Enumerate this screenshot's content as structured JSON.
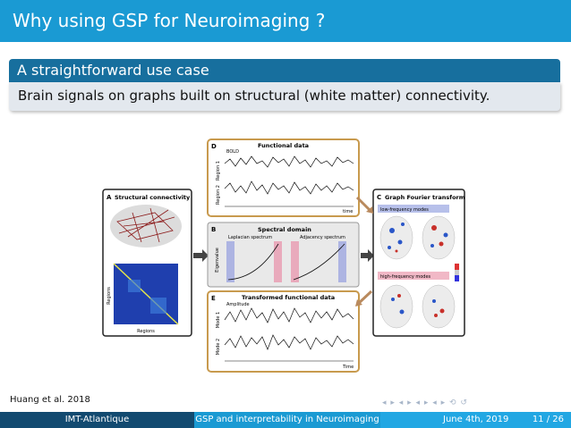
{
  "title": "Why using GSP for Neuroimaging ?",
  "block": {
    "heading": "A straightforward use case",
    "body": "Brain signals on graphs built on structural (white matter) connectivity."
  },
  "figure": {
    "panel_a": {
      "letter": "A",
      "title": "Structural connectivity",
      "xlabel": "Regions",
      "ylabel": "Regions"
    },
    "panel_b": {
      "letter": "B",
      "title": "Spectral domain",
      "left_label": "Laplacian spectrum",
      "right_label": "Adjacency spectrum",
      "ylabel": "Eigenvalue"
    },
    "panel_c": {
      "letter": "C",
      "title": "Graph Fourier transform",
      "low_label": "low-frequency modes",
      "high_label": "high-frequency modes"
    },
    "panel_d": {
      "letter": "D",
      "title": "Functional data",
      "bold": "BOLD",
      "row1": "Region 1",
      "row2": "Region 2",
      "xlabel": "time"
    },
    "panel_e": {
      "letter": "E",
      "title": "Transformed functional data",
      "amplitude": "Amplitude",
      "row1": "Mode 1",
      "row2": "Mode 2",
      "xlabel": "Time"
    }
  },
  "citation": "Huang et al. 2018",
  "footer": {
    "institution": "IMT-Atlantique",
    "talk_title": "GSP and interpretability in Neuroimaging",
    "date": "June 4th, 2019",
    "page": "11 / 26"
  },
  "colors": {
    "title_bar": "#1a9ad3",
    "block_head": "#176f9e",
    "block_body": "#e3e8ee",
    "panel_border": "#c89a4e",
    "footer_dark": "#124a70"
  }
}
